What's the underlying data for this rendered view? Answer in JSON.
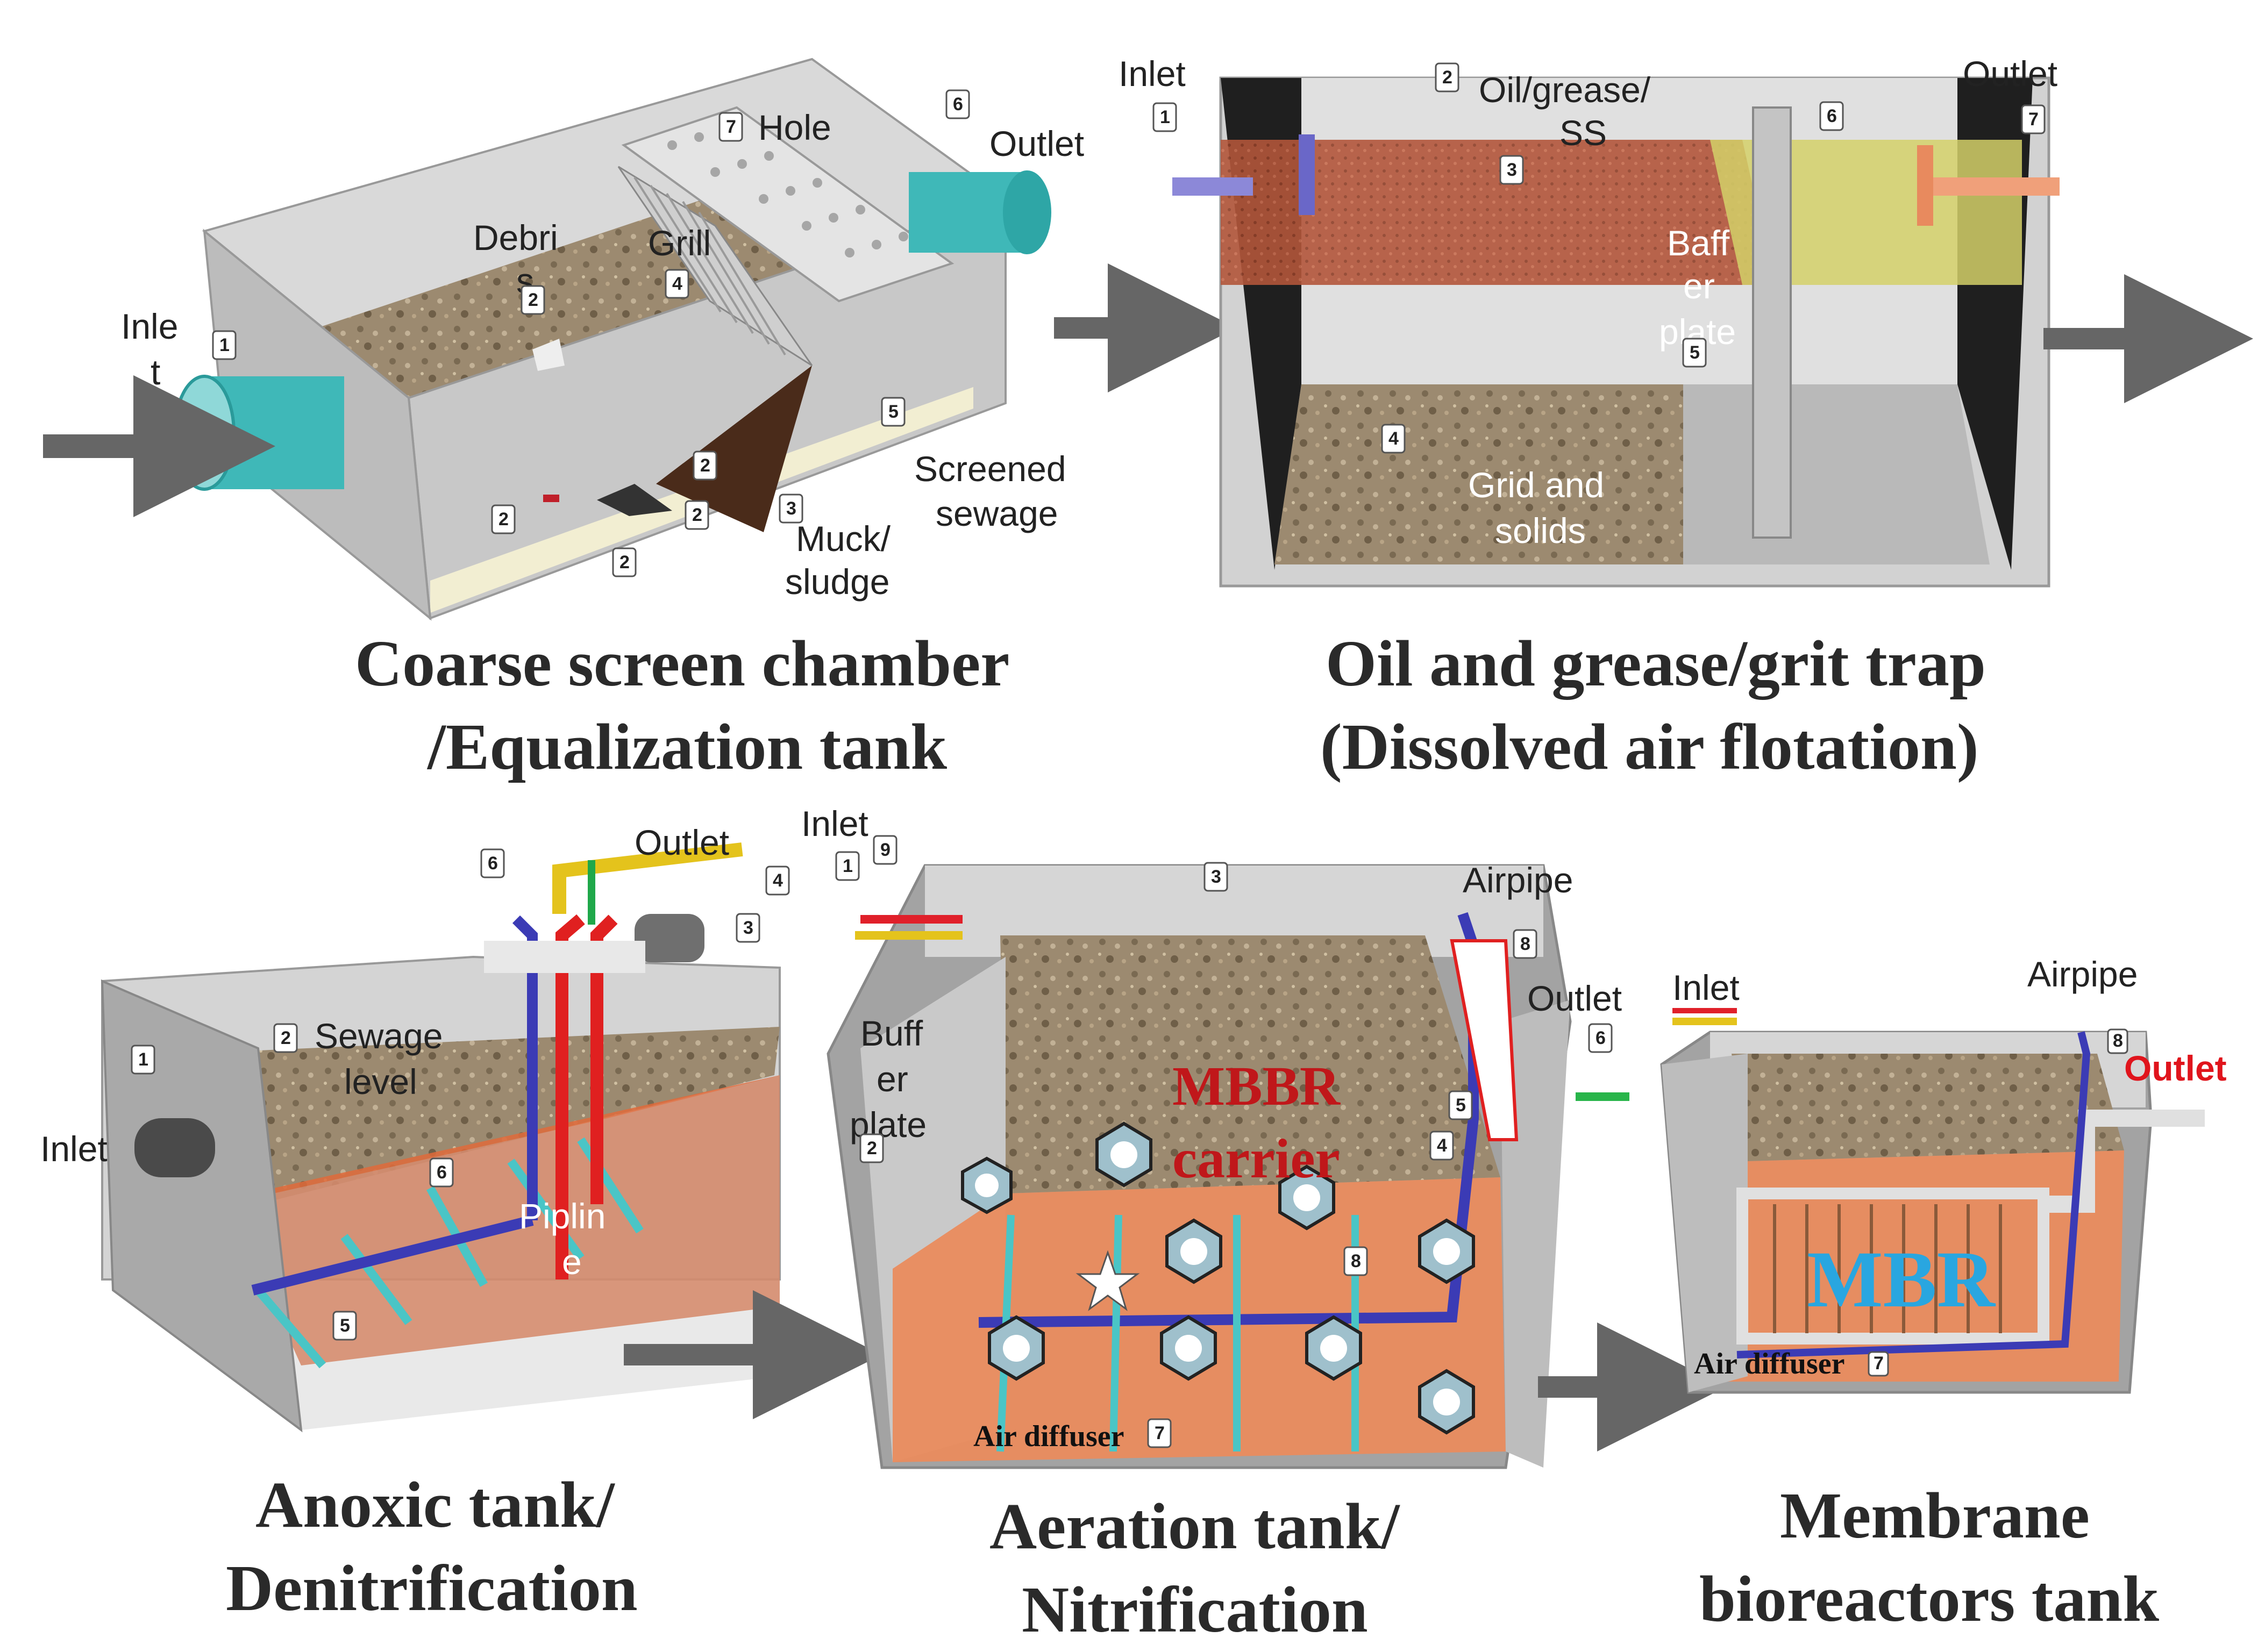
{
  "colors": {
    "concrete": "#d6d6d6",
    "concrete_dark": "#a9a9a9",
    "sewage_brown": "#a08a6a",
    "oil_red": "#b2553a",
    "orange_floor": "#ea8c5e",
    "pipe_teal": "#4ac5c6",
    "pipe_blue": "#3b3bb5",
    "pipe_red": "#e02020",
    "arrow_grey": "#666666",
    "mbbr_red": "#c0171a",
    "mbr_blue": "#29a6e0"
  },
  "panel1": {
    "caption_line1": "Coarse screen chamber",
    "caption_line2": "/Equalization tank",
    "inlet_line1": "Inle",
    "inlet_line2": "t",
    "debris_line1": "Debri",
    "debris_line2": "s",
    "grill": "Grill",
    "hole": "Hole",
    "outlet": "Outlet",
    "screened_line1": "Screened",
    "screened_line2": "sewage",
    "muck_line1": "Muck/",
    "muck_line2": "sludge",
    "callouts": [
      "1",
      "2",
      "7",
      "4",
      "6",
      "5",
      "3",
      "2",
      "2",
      "2",
      "2"
    ]
  },
  "panel2": {
    "caption_line1": "Oil and grease/grit trap",
    "caption_line2": "(Dissolved air flotation)",
    "inlet": "Inlet",
    "outlet": "Outlet",
    "oil_line1": "Oil/grease/",
    "oil_line2": "SS",
    "baffle_line1": "Baff",
    "baffle_line2": "er",
    "baffle_line3": "plate",
    "grid_line1": "Grid and",
    "grid_line2": "solids",
    "callouts": [
      "1",
      "2",
      "3",
      "4",
      "5",
      "6",
      "7"
    ]
  },
  "panel3": {
    "caption_line1": "Anoxic tank/",
    "caption_line2": "Denitrification",
    "inlet": "Inlet",
    "outlet": "Outlet",
    "sewage_line1": "Sewage",
    "sewage_line2": "level",
    "pipeline_line1": "Piplin",
    "pipeline_line2": "e",
    "callouts": [
      "1",
      "2",
      "3",
      "4",
      "5",
      "6",
      "6"
    ]
  },
  "panel4": {
    "caption_line1": "Aeration tank/",
    "caption_line2": "Nitrification",
    "inlet": "Inlet",
    "airpipe": "Airpipe",
    "outlet": "Outlet",
    "buff_line1": "Buff",
    "buff_line2": "er",
    "buff_line3": "plate",
    "mbbr_line1": "MBBR",
    "mbbr_line2": "carrier",
    "air_diffuser": "Air diffuser",
    "callouts": [
      "1",
      "9",
      "3",
      "8",
      "6",
      "5",
      "4",
      "8",
      "2",
      "7"
    ]
  },
  "panel5": {
    "caption_line1": "Membrane",
    "caption_line2": "bioreactors tank",
    "inlet": "Inlet",
    "airpipe": "Airpipe",
    "outlet": "Outlet",
    "mbr": "MBR",
    "air_diffuser": "Air diffuser",
    "callouts": [
      "8",
      "7"
    ]
  }
}
